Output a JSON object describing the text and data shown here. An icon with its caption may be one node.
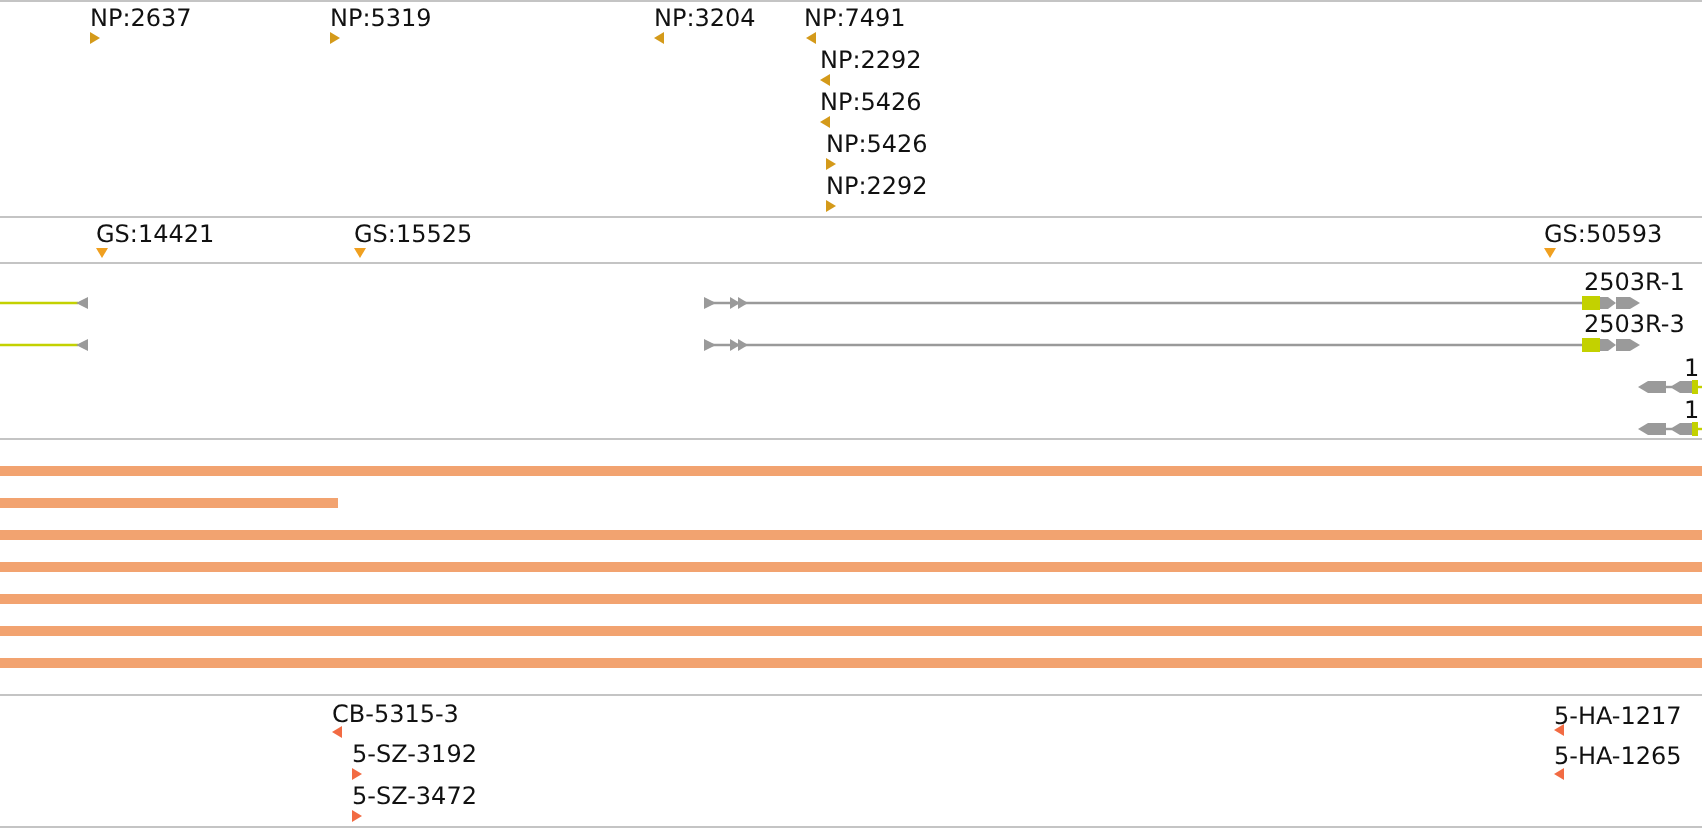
{
  "diagram": {
    "labels": [
      "NP:2637",
      "NP:5319",
      "NP:3204",
      "NP:7491",
      "NP:2292",
      "NP:5426",
      "NP:5426",
      "NP:2292",
      "GS:14421",
      "GS:15525",
      "GS:50593",
      "2503R-1",
      "2503R-3",
      "1",
      "1",
      "CB-5315-3",
      "5-HA-1217",
      "5-SZ-3192",
      "5-HA-1265",
      "5-SZ-3472"
    ]
  }
}
